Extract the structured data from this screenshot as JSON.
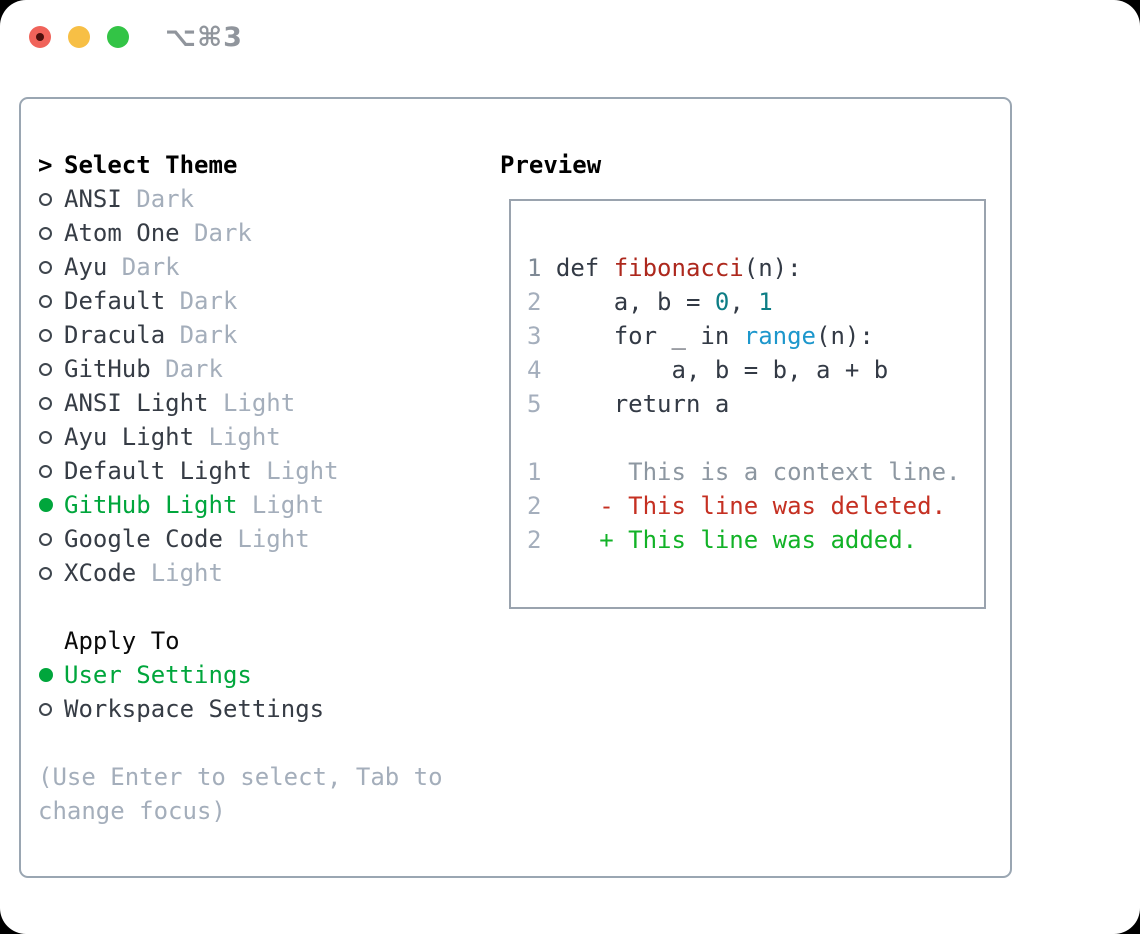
{
  "window": {
    "title": "⌥⌘3",
    "traffic_lights": [
      "close",
      "minimize",
      "zoom"
    ]
  },
  "colors": {
    "selected_green": "#00a63c",
    "panel_border": "#9aa6b2",
    "preview_border": "#9aa3ae",
    "text_dark": "#363c45",
    "tag_gray": "#a4aebb",
    "hint_gray": "#a4aebb",
    "func_red": "#ad281d",
    "number_teal": "#0d7d85",
    "builtin_blue": "#1d97cc",
    "diff_context_gray": "#8d97a1",
    "diff_deleted_red": "#c53022",
    "diff_added_green": "#12b227",
    "traffic_red": "#f0635a",
    "traffic_yellow": "#f7bf45",
    "traffic_green": "#33c446"
  },
  "theme_panel": {
    "prompt": ">",
    "header": "Select Theme",
    "items": [
      {
        "label": "ANSI",
        "tag": "Dark",
        "selected": false
      },
      {
        "label": "Atom One",
        "tag": "Dark",
        "selected": false
      },
      {
        "label": "Ayu",
        "tag": "Dark",
        "selected": false
      },
      {
        "label": "Default",
        "tag": "Dark",
        "selected": false
      },
      {
        "label": "Dracula",
        "tag": "Dark",
        "selected": false
      },
      {
        "label": "GitHub",
        "tag": "Dark",
        "selected": false
      },
      {
        "label": "ANSI Light",
        "tag": "Light",
        "selected": false
      },
      {
        "label": "Ayu Light",
        "tag": "Light",
        "selected": false
      },
      {
        "label": "Default Light",
        "tag": "Light",
        "selected": false
      },
      {
        "label": "GitHub Light",
        "tag": "Light",
        "selected": true
      },
      {
        "label": "Google Code",
        "tag": "Light",
        "selected": false
      },
      {
        "label": "XCode",
        "tag": "Light",
        "selected": false
      }
    ],
    "apply_header": "Apply To",
    "apply_options": [
      {
        "label": "User Settings",
        "selected": true
      },
      {
        "label": "Workspace Settings",
        "selected": false
      }
    ],
    "hint_lines": [
      "(Use Enter to select, Tab to",
      "change focus)"
    ]
  },
  "preview": {
    "header": "Preview",
    "lines": [
      {
        "segments": [
          {
            "t": "1 ",
            "c": "ln1"
          },
          {
            "t": "def ",
            "c": "code"
          },
          {
            "t": "fibonacci",
            "c": "func"
          },
          {
            "t": "(n):",
            "c": "code"
          }
        ]
      },
      {
        "segments": [
          {
            "t": "2     ",
            "c": "ln"
          },
          {
            "t": "a, b = ",
            "c": "code"
          },
          {
            "t": "0",
            "c": "numlit"
          },
          {
            "t": ", ",
            "c": "code"
          },
          {
            "t": "1",
            "c": "numlit"
          }
        ]
      },
      {
        "segments": [
          {
            "t": "3     ",
            "c": "ln"
          },
          {
            "t": "for _ in ",
            "c": "code"
          },
          {
            "t": "range",
            "c": "builtin"
          },
          {
            "t": "(n):",
            "c": "code"
          }
        ]
      },
      {
        "segments": [
          {
            "t": "4         ",
            "c": "ln"
          },
          {
            "t": "a, b = b, a + b",
            "c": "code"
          }
        ]
      },
      {
        "segments": [
          {
            "t": "5     ",
            "c": "ln"
          },
          {
            "t": "return a",
            "c": "code"
          }
        ]
      },
      {
        "segments": [
          {
            "t": "",
            "c": "code"
          }
        ]
      },
      {
        "segments": [
          {
            "t": "1      ",
            "c": "ln"
          },
          {
            "t": "This is a context line.",
            "c": "context"
          }
        ]
      },
      {
        "segments": [
          {
            "t": "2    ",
            "c": "ln"
          },
          {
            "t": "- This line was deleted.",
            "c": "del"
          }
        ]
      },
      {
        "segments": [
          {
            "t": "2    ",
            "c": "ln"
          },
          {
            "t": "+ This line was added.",
            "c": "add"
          }
        ]
      }
    ]
  }
}
